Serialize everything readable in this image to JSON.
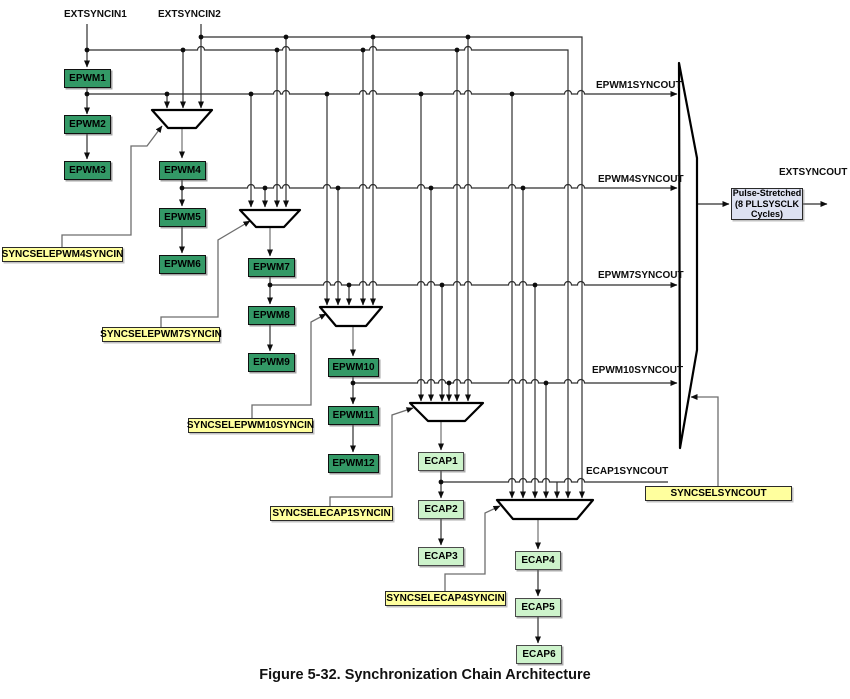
{
  "inputs": {
    "in1": "EXTSYNCIN1",
    "in2": "EXTSYNCIN2"
  },
  "epwm": [
    "EPWM1",
    "EPWM2",
    "EPWM3",
    "EPWM4",
    "EPWM5",
    "EPWM6",
    "EPWM7",
    "EPWM8",
    "EPWM9",
    "EPWM10",
    "EPWM11",
    "EPWM12"
  ],
  "ecap": [
    "ECAP1",
    "ECAP2",
    "ECAP3",
    "ECAP4",
    "ECAP5",
    "ECAP6"
  ],
  "syncsel": {
    "epwm4": "SYNCSELEPWM4SYNCIN",
    "epwm7": "SYNCSELEPWM7SYNCIN",
    "epwm10": "SYNCSELEPWM10SYNCIN",
    "ecap1": "SYNCSELECAP1SYNCIN",
    "ecap4": "SYNCSELECAP4SYNCIN",
    "syncout": "SYNCSELSYNCOUT"
  },
  "outputs": {
    "epwm1": "EPWM1SYNCOUT",
    "epwm4": "EPWM4SYNCOUT",
    "epwm7": "EPWM7SYNCOUT",
    "epwm10": "EPWM10SYNCOUT",
    "ecap1": "ECAP1SYNCOUT",
    "ext": "EXTSYNCOUT"
  },
  "pulse_box": {
    "line1": "Pulse-Stretched",
    "line2": "(8 PLLSYSCLK",
    "line3": "Cycles)"
  },
  "caption": "Figure 5-32. Synchronization Chain Architecture",
  "colors": {
    "epwm_fill": "#339966",
    "ecap_fill": "#cdf3cb",
    "syncsel_fill": "#ffff9e",
    "pulse_fill": "#dde1f1",
    "wire": "#3a3a3a"
  }
}
